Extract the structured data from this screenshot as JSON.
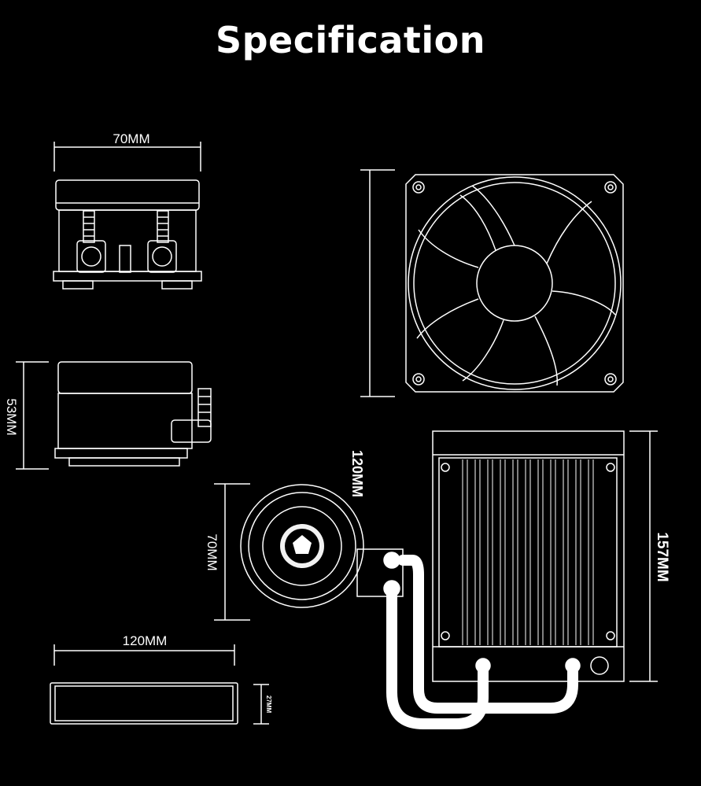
{
  "title": "Specification",
  "dimensions": {
    "pump_width": "70MM",
    "pump_height": "53MM",
    "fan_size": "120MM",
    "pump_diameter": "70MM",
    "radiator_length": "157MM",
    "radiator_width": "120MM",
    "radiator_thickness": "27MM"
  },
  "colors": {
    "background": "#000000",
    "line": "#ffffff"
  }
}
